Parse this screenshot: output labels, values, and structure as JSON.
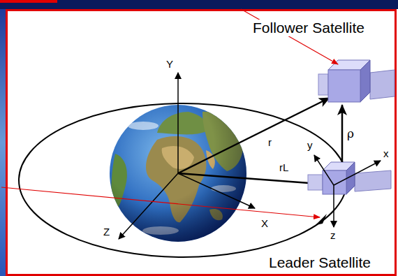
{
  "diagram": {
    "nodes": [
      {
        "text": [
          "Follower Satellite"
        ]
      },
      {
        "text": [
          "Leader Satellite"
        ]
      }
    ],
    "edges": [
      {
        "from": 1,
        "to": 0,
        "label": "ρ",
        "arrow": "to"
      }
    ],
    "labels": [
      "Y",
      "r",
      "y",
      "x",
      "rL",
      "X",
      "Z",
      "z"
    ]
  }
}
